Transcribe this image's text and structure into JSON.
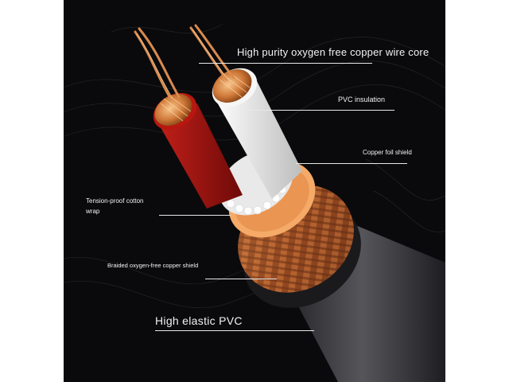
{
  "labels": {
    "core": "High purity oxygen free copper wire core",
    "pvc_insulation": "PVC insulation",
    "copper_foil": "Copper foil shield",
    "cotton_wrap": "Tension-proof cotton wrap",
    "braided_shield": "Braided oxygen-free copper shield",
    "outer_jacket": "High elastic PVC"
  },
  "colors": {
    "background": "#0a0a0c",
    "copper": "#c8733a",
    "red_insulation": "#a5110f",
    "white_insulation": "#f2f2f2",
    "foil": "#f0a060",
    "jacket": "#3a3a3e"
  }
}
